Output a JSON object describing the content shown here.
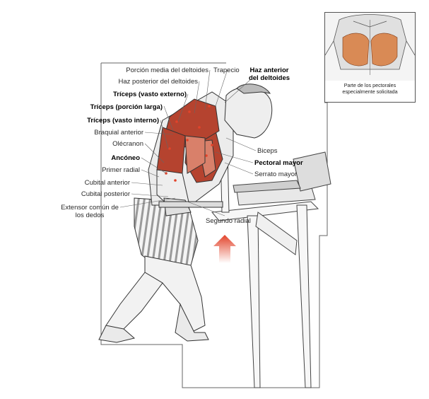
{
  "labels_left": [
    {
      "id": "porcion-media",
      "text": "Porción media del deltoides",
      "bold": false
    },
    {
      "id": "haz-posterior",
      "text": "Haz posterior del deltoides",
      "bold": false
    },
    {
      "id": "triceps-externo",
      "text": "Tríceps (vasto externo)",
      "bold": true
    },
    {
      "id": "triceps-larga",
      "text": "Tríceps (porción larga)",
      "bold": true
    },
    {
      "id": "triceps-interno",
      "text": "Tríceps (vasto interno)",
      "bold": true
    },
    {
      "id": "braquial-anterior",
      "text": "Braquial anterior",
      "bold": false
    },
    {
      "id": "olecranon",
      "text": "Olécranon",
      "bold": false
    },
    {
      "id": "anconeo",
      "text": "Ancóneo",
      "bold": true
    },
    {
      "id": "primer-radial",
      "text": "Primer radial",
      "bold": false
    },
    {
      "id": "cubital-anterior",
      "text": "Cubital anterior",
      "bold": false
    },
    {
      "id": "cubital-posterior",
      "text": "Cubital posterior",
      "bold": false
    },
    {
      "id": "extensor-1",
      "text": "Extensor común de",
      "bold": false
    },
    {
      "id": "extensor-2",
      "text": "los dedos",
      "bold": false
    }
  ],
  "labels_top": [
    {
      "id": "trapecio",
      "text": "Trapecio",
      "bold": false
    },
    {
      "id": "haz-anterior-1",
      "text": "Haz anterior",
      "bold": true
    },
    {
      "id": "haz-anterior-2",
      "text": "del deltoides",
      "bold": true
    }
  ],
  "labels_right": [
    {
      "id": "biceps",
      "text": "Biceps",
      "bold": false
    },
    {
      "id": "pectoral-mayor",
      "text": "Pectoral mayor",
      "bold": true
    },
    {
      "id": "serrato-mayor",
      "text": "Serrato mayor",
      "bold": false
    },
    {
      "id": "segundo-radial",
      "text": "Segundo radial",
      "bold": false
    }
  ],
  "inset": {
    "caption_line1": "Parte de los pectorales",
    "caption_line2": "especialmente solicitada"
  },
  "colors": {
    "muscle_red": "#b5432f",
    "muscle_light": "#d9806a",
    "arrow_red": "#e2432a",
    "line": "#555555",
    "pectoral_highlight": "#d98a55"
  }
}
